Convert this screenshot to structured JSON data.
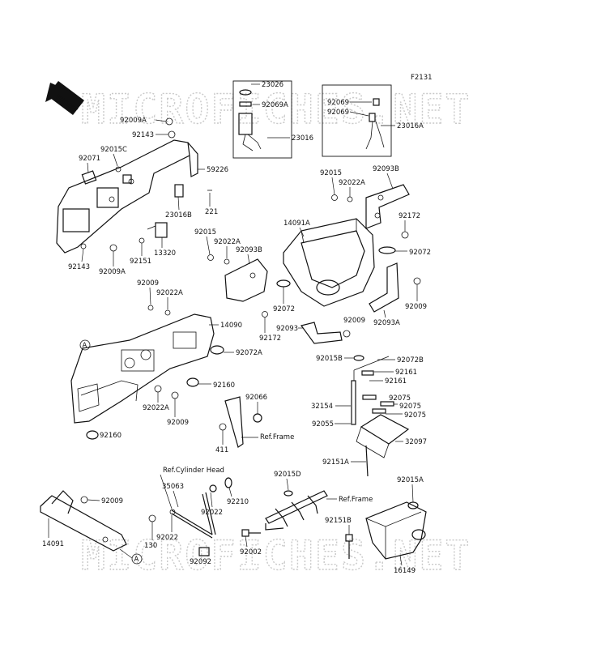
{
  "figure_code": "F2131",
  "watermark": "MICROFICHES.NET",
  "front_arrow_label": "FRONT",
  "callout_A": "A",
  "labels": {
    "p23026": "23026",
    "p92069A_box": "92069A",
    "p23016": "23016",
    "p92069_top": "92069",
    "p92069_mid": "92069",
    "p23016A": "23016A",
    "p92009A_top": "92009A",
    "p92143_top": "92143",
    "p92071": "92071",
    "p92015C": "92015C",
    "p59226": "59226",
    "p23016B": "23016B",
    "p221": "221",
    "p13320": "13320",
    "p92151": "92151",
    "p92143_bot": "92143",
    "p92009A_bot": "92009A",
    "p92015_a": "92015",
    "p92022A_a": "92022A",
    "p92093B_a": "92093B",
    "p92015_b": "92015",
    "p92022A_b": "92022A",
    "p92093B_b": "92093B",
    "p14091A": "14091A",
    "p92172_a": "92172",
    "p92072_a": "92072",
    "p92009_a": "92009",
    "p92022A_c": "92022A",
    "p14090": "14090",
    "p92072_b": "92072",
    "p92172_b": "92172",
    "p92093": "92093",
    "p92009_b": "92009",
    "p92093A": "92093A",
    "p92009_c": "92009",
    "p92072A": "92072A",
    "p92015B": "92015B",
    "p92072B": "92072B",
    "p92161_a": "92161",
    "p92161_b": "92161",
    "p92160_a": "92160",
    "p92066": "92066",
    "p32154": "32154",
    "p92075_a": "92075",
    "p92075_b": "92075",
    "p92075_c": "92075",
    "p92022A_d": "92022A",
    "p92009_d": "92009",
    "p92055": "92055",
    "p32097": "32097",
    "p411": "411",
    "ref_frame_a": "Ref.Frame",
    "p92160_b": "92160",
    "p92151A": "92151A",
    "ref_cyl_head": "Ref.Cylinder Head",
    "p92015D": "92015D",
    "p35063": "35063",
    "p92210": "92210",
    "ref_frame_b": "Ref.Frame",
    "p92015A": "92015A",
    "p92009_e": "92009",
    "p92022_a": "92022",
    "p92151B": "92151B",
    "p130": "130",
    "p92022_b": "92022",
    "p92002": "92002",
    "p14091": "14091",
    "p92092": "92092",
    "p16149": "16149"
  }
}
